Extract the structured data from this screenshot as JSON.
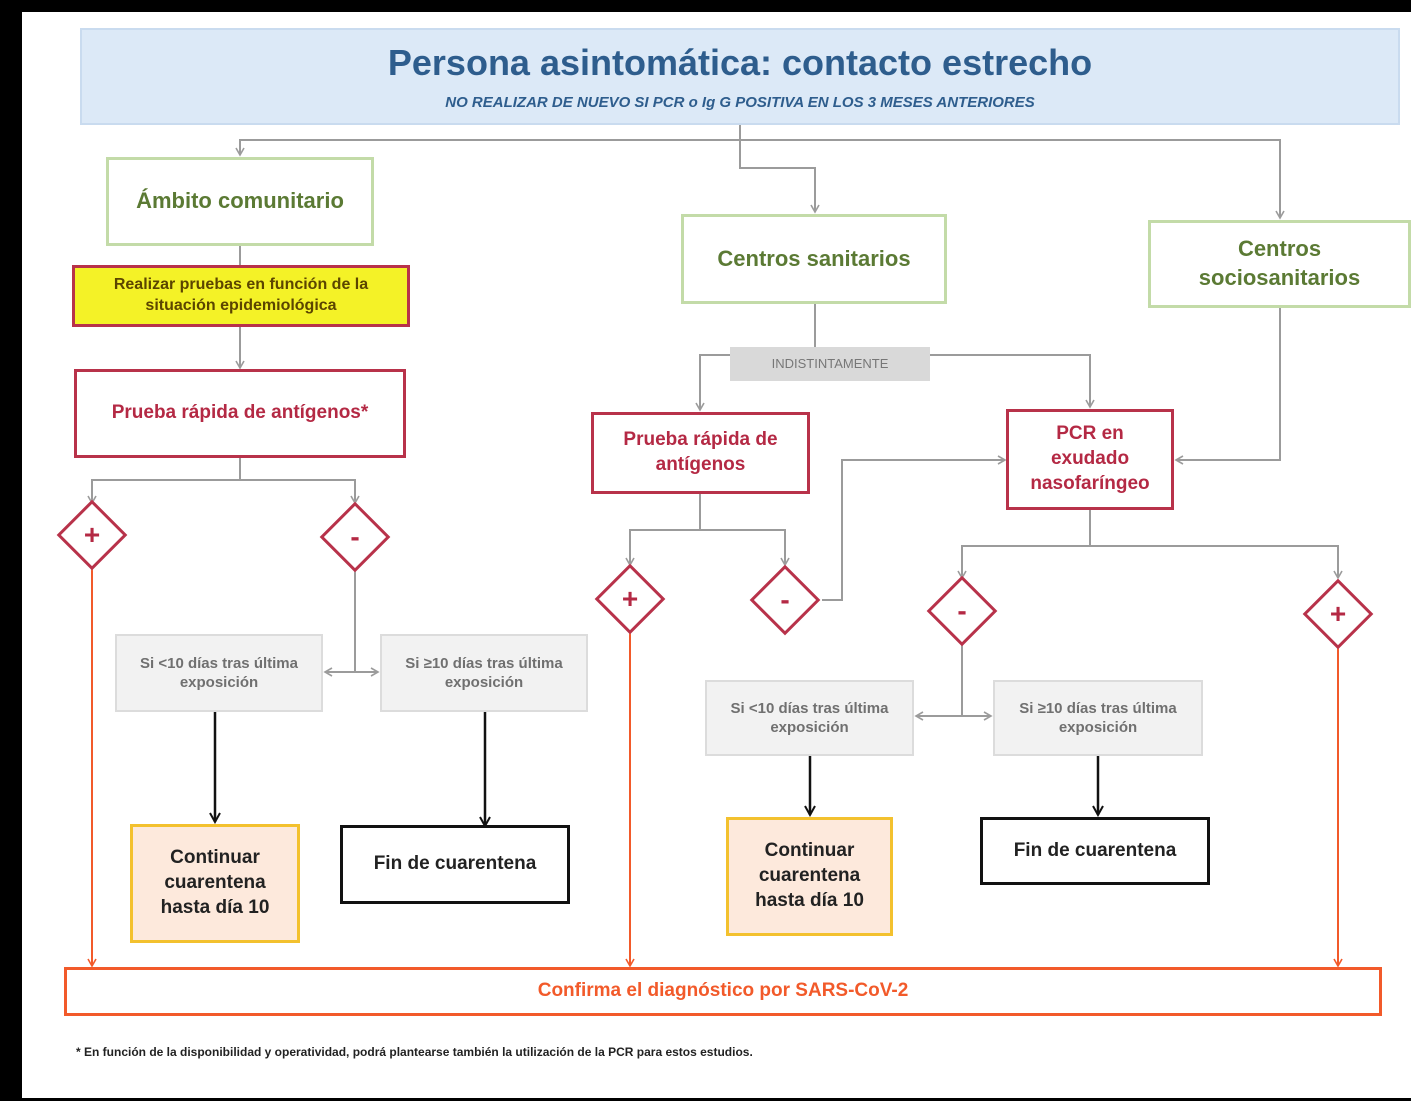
{
  "header": {
    "title": "Persona asintomática: contacto estrecho",
    "subtitle": "NO REALIZAR DE NUEVO SI PCR o Ig G POSITIVA EN LOS 3 MESES ANTERIORES"
  },
  "branches": {
    "community": "Ámbito comunitario",
    "health_centers": "Centros sanitarios",
    "social_health_centers": "Centros sociosanitarios"
  },
  "community": {
    "tests_note": "Realizar pruebas en función de la situación epidemiológica",
    "rapid_test": "Prueba rápida de antígenos*",
    "positive": "+",
    "negative": "-",
    "lt10": "Si <10 días tras última exposición",
    "ge10": "Si ≥10 días tras última exposición",
    "continue_quarantine": "Continuar cuarentena hasta día 10",
    "end_quarantine": "Fin de cuarentena"
  },
  "health": {
    "indistinctly": "INDISTINTAMENTE",
    "rapid_test": "Prueba rápida de antígenos",
    "pcr": "PCR en exudado nasofaríngeo",
    "ag_positive": "+",
    "ag_negative": "-",
    "pcr_negative": "-",
    "pcr_positive": "+",
    "lt10": "Si <10 días tras última exposición",
    "ge10": "Si ≥10 días tras última exposición",
    "continue_quarantine": "Continuar cuarentena hasta día 10",
    "end_quarantine": "Fin de cuarentena"
  },
  "confirm": "Confirma el diagnóstico por SARS-CoV-2",
  "footnote": "* En función de la disponibilidad y operatividad, podrá plantearse también la utilización de la PCR para estos estudios.",
  "colors": {
    "connector": "#9b9b9b",
    "confirm_arrow": "#f25a2a",
    "outcome_arrow": "#111111"
  }
}
